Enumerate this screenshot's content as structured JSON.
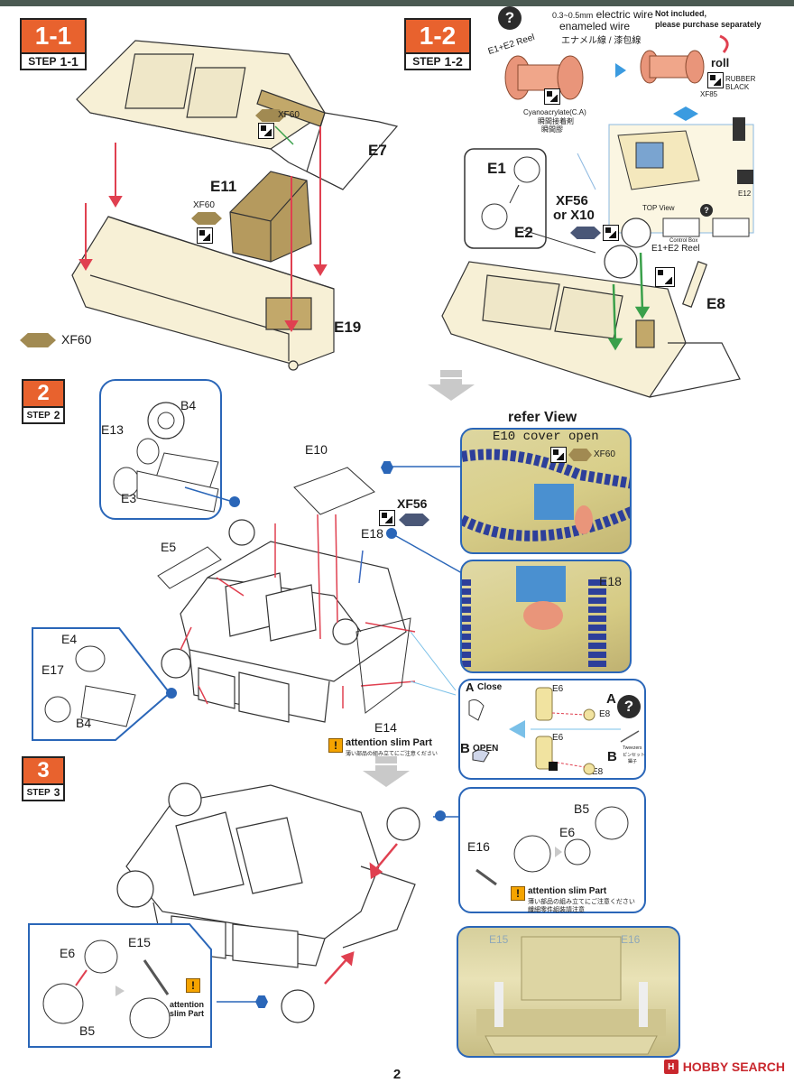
{
  "steps": {
    "s1_1": {
      "number": "1-1",
      "label_word": "STEP",
      "label_num": "1-1"
    },
    "s1_2": {
      "number": "1-2",
      "label_word": "STEP",
      "label_num": "1-2"
    },
    "s2": {
      "number": "2",
      "label_word": "STEP",
      "label_num": "2"
    },
    "s3": {
      "number": "3",
      "label_word": "STEP",
      "label_num": "3"
    }
  },
  "colors": {
    "xf60": "#a18a52",
    "xf56": "#4a5777",
    "step_orange": "#e8622e",
    "callout_blue": "#2a66b8",
    "arrow_red": "#e04050",
    "tan": "#efe3b8"
  },
  "step1_1": {
    "xf60_a": "XF60",
    "e7": "E7",
    "e11": "E11",
    "xf60_b": "XF60",
    "e19": "E19",
    "xf60_legend": "XF60"
  },
  "step1_2": {
    "wire_spec": "0.3~0.5mm",
    "wire_line1": "electric wire",
    "wire_line2": "enameled wire",
    "wire_jp": "エナメル線 / 漆包線",
    "not_included": "Not included,",
    "purchase": "please purchase separately",
    "reel": "E1+E2 Reel",
    "glue_en": "Cyanoacrylate(C.A)",
    "glue_jp1": "瞬間接着剤",
    "glue_jp2": "瞬間膠",
    "roll": "roll",
    "rubber": "RUBBER",
    "black": "BLACK",
    "xf85": "XF85",
    "e12": "E12",
    "top_view": "TOP View",
    "control_box": "Control Box",
    "e1": "E1",
    "e2": "E2",
    "xf56": "XF56",
    "or_x10": "or X10",
    "reel2": "E1+E2 Reel",
    "e8": "E8"
  },
  "step2": {
    "b4_top": "B4",
    "e13": "E13",
    "e3": "E3",
    "e10": "E10",
    "xf56": "XF56",
    "e18": "E18",
    "e5": "E5",
    "e4": "E4",
    "e17": "E17",
    "b4_bot": "B4",
    "e14": "E14",
    "attention": "attention slim Part",
    "attention_jp": "薄い部品の組み立てにご注意ください",
    "refer_view": "refer View",
    "cover_open": "E10 cover open",
    "xf60": "XF60",
    "e18_photo": "E18",
    "a_close": "Close",
    "a_letter": "A",
    "b_open": "OPEN",
    "b_letter": "B",
    "e6_a": "E6",
    "e8_a": "E8",
    "e6_b": "E6",
    "e8_b": "E8",
    "tweezers": "Tweezers",
    "tweezers_jp": "ピンセット",
    "tweezers_cn": "鑷子"
  },
  "step3": {
    "b5": "B5",
    "e6": "E6",
    "e16": "E16",
    "attention": "attention slim Part",
    "attention_jp": "薄い部品の組み立てにご注意ください",
    "attention_cn": "纖細零件組裝請注意",
    "e6_left": "E6",
    "e15": "E15",
    "attention_left1": "attention",
    "attention_left2": "slim Part",
    "b5_left": "B5",
    "photo_e15": "E15",
    "photo_e16": "E16"
  },
  "footer": {
    "page": "2",
    "brand": "HOBBY SEARCH",
    "brand_icon": "H"
  }
}
